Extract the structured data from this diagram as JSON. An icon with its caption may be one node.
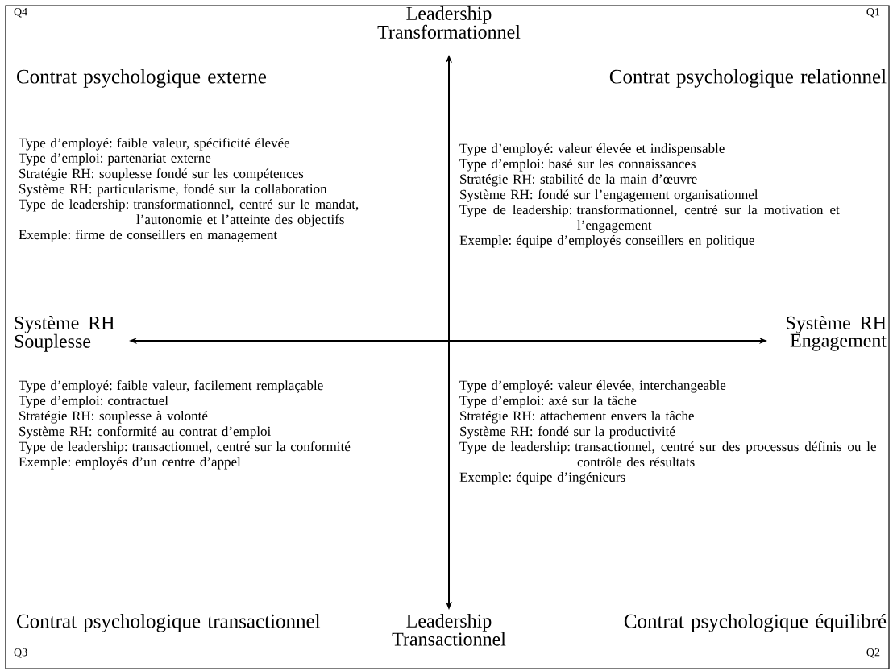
{
  "diagram": {
    "labels": [
      "Q4",
      "Leadership Transformationnel",
      "Q1",
      "Contrat psychologique externe",
      "Contrat psychologique relationnel",
      "Type d’employé: faible valeur, spécificité élevée",
      "Type d’emploi: partenariat externe",
      "Stratégie RH: souplesse fondé sur les compétences",
      "Système RH: particularisme, fondé sur la collaboration",
      "Type de leadership:  transformationnel, centré sur le mandat, l’autonomie et l’atteinte des objectifs",
      "Exemple: firme de conseillers en management",
      "Type d’employé: valeur élevée et indispensable",
      "Type d’emploi: basé sur les connaissances",
      "Stratégie RH: stabilité de la main d’œuvre",
      "Système RH: fondé sur l’engagement organisationnel",
      "Type de leadership:  transformationnel, centré sur la motivation et l’engagement",
      "Exemple: équipe d’employés conseillers en politique",
      "Système RH Souplesse",
      "Système RH Engagement",
      "Type d’employé: faible valeur, facilement remplaçable",
      "Type d’emploi: contractuel",
      "Stratégie RH: souplesse à volonté",
      "Système RH: conformité au contrat d’emploi",
      "Type de leadership:  transactionnel, centré sur la conformité",
      "Exemple: employés d’un centre d’appel",
      "Type d’employé: valeur élevée, interchangeable",
      "Type d’emploi: axé sur la tâche",
      "Stratégie RH: attachement envers la tâche",
      "Système RH: fondé sur la productivité",
      "Type de leadership:  transactionnel, centré sur des processus définis ou le contrôle des résultats",
      "Exemple: équipe d’ingénieurs",
      "Contrat psychologique transactionnel",
      "Leadership Transactionnel",
      "Contrat psychologique équilibré",
      "Q3",
      "Q2"
    ]
  }
}
